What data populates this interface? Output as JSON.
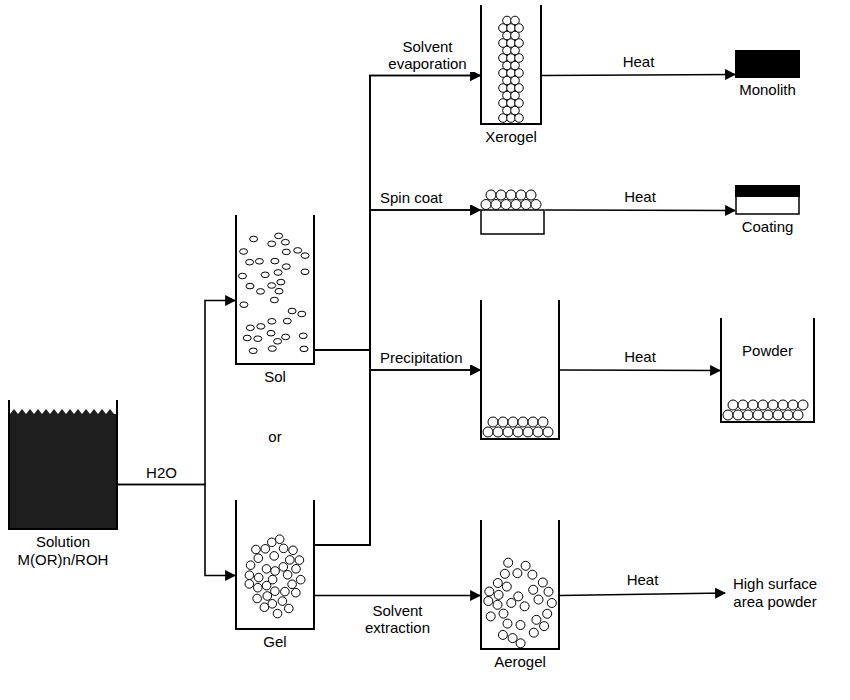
{
  "diagram": {
    "nodes": [
      {
        "text": [
          "Solution M(OR)n/ROH"
        ]
      },
      {
        "text": [
          "Sol"
        ]
      },
      {
        "text": [
          "Gel"
        ]
      },
      {
        "text": [
          "Xerogel"
        ]
      },
      {
        "text": []
      },
      {
        "text": [
          "Monolith"
        ]
      },
      {
        "text": [
          "Coating"
        ]
      },
      {
        "text": []
      },
      {
        "text": [
          "Powder"
        ]
      },
      {
        "text": [
          "Aerogel"
        ]
      },
      {
        "text": [
          "High surface area powder"
        ]
      }
    ],
    "edges": [
      {
        "from": 0,
        "to": 1,
        "label": "H2O",
        "arrow": "to"
      },
      {
        "from": 0,
        "to": 2,
        "arrow": "to"
      },
      {
        "from": 1,
        "to": 3,
        "label": "Solvent evaporation",
        "arrow": "to"
      },
      {
        "from": 2,
        "to": 3,
        "arrow": "to"
      },
      {
        "from": 1,
        "to": 4,
        "label": "Spin coat",
        "arrow": "to"
      },
      {
        "from": 2,
        "to": 4,
        "arrow": "to"
      },
      {
        "from": 1,
        "to": 7,
        "label": "Precipitation",
        "arrow": "to"
      },
      {
        "from": 2,
        "to": 7,
        "arrow": "to"
      },
      {
        "from": 2,
        "to": 9,
        "label": "Solvent extraction",
        "arrow": "to"
      },
      {
        "from": 3,
        "to": 5,
        "label": "Heat",
        "arrow": "to"
      },
      {
        "from": 4,
        "to": 6,
        "label": "Heat",
        "arrow": "to"
      },
      {
        "from": 7,
        "to": 8,
        "label": "Heat",
        "arrow": "to"
      },
      {
        "from": 9,
        "to": 10,
        "label": "Heat",
        "arrow": "to"
      }
    ],
    "labels": [
      "or"
    ]
  }
}
